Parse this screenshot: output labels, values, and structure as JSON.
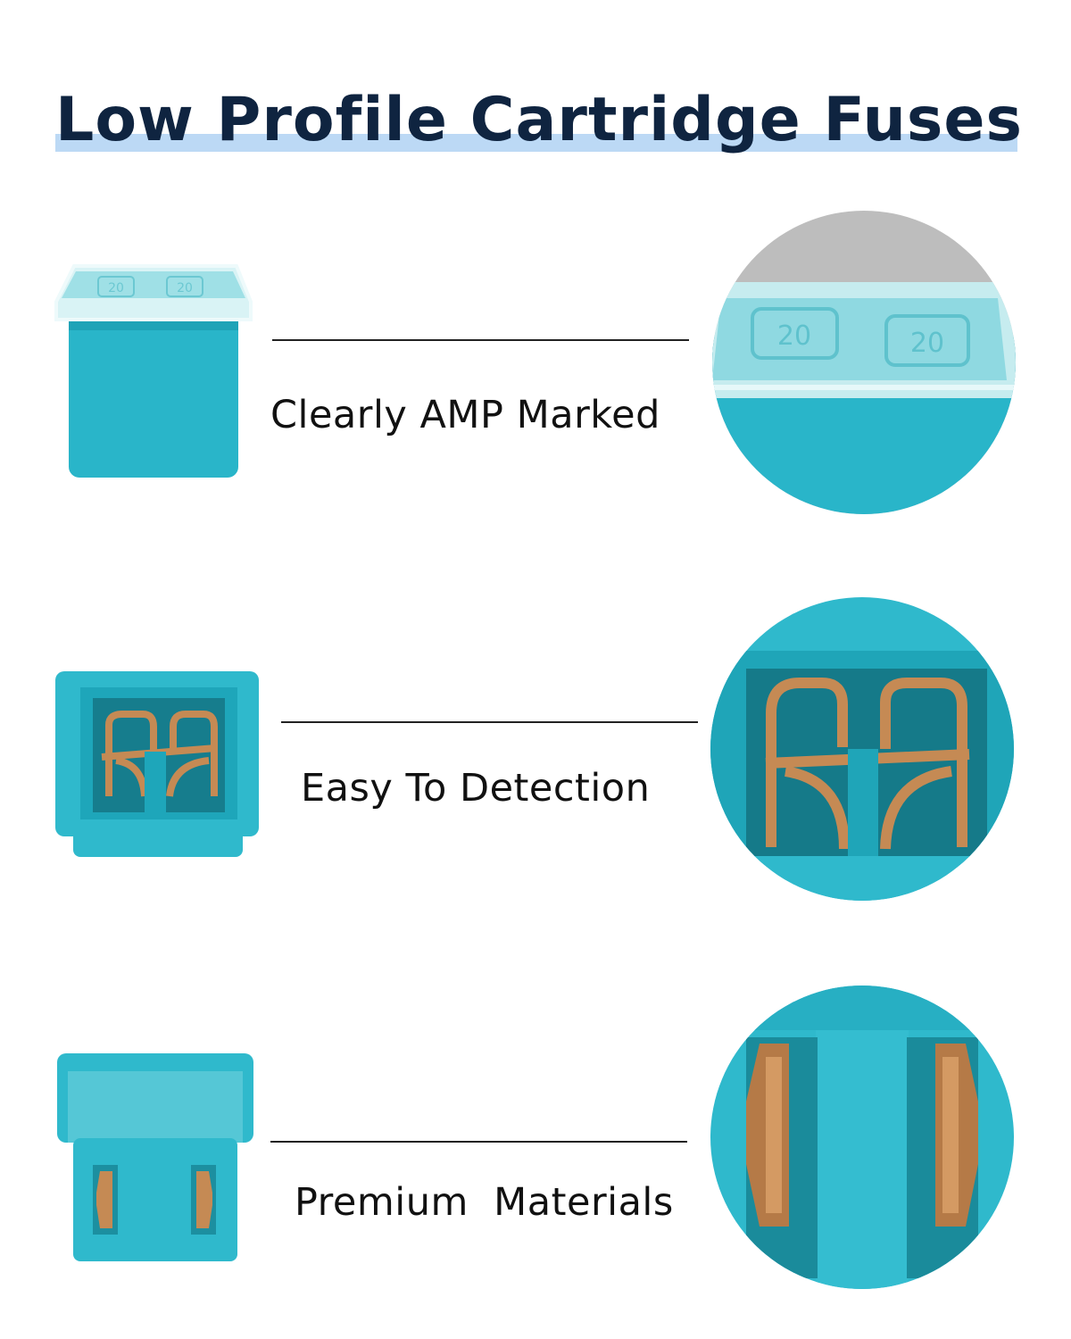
{
  "title": "Low Profile Cartridge Fuses",
  "features": [
    {
      "label": "Clearly AMP Marked",
      "view": "top-angle-view",
      "amp_marking": "20"
    },
    {
      "label": "Easy To Detection",
      "view": "terminal-view"
    },
    {
      "label": "Premium  Materials",
      "view": "front-view"
    }
  ],
  "colors": {
    "fuse_body": "#29b5c9",
    "fuse_dark": "#1f9fb3",
    "fuse_cap": "#c6ecef",
    "copper": "#c58a54",
    "title_text": "#0f2440",
    "title_band": "#bcd9f5"
  }
}
